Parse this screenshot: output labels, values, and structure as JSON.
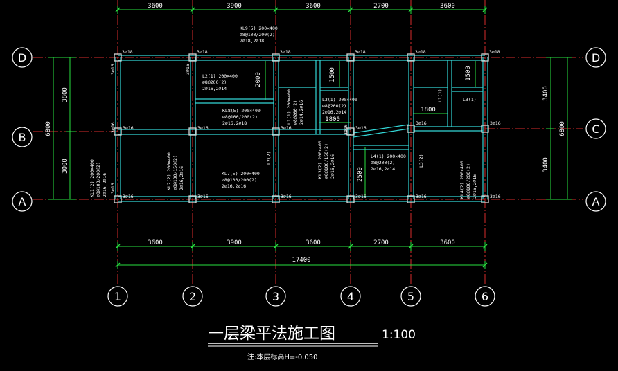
{
  "colors": {
    "background": "#000000",
    "axis_line": "#d92b2b",
    "dimension": "#28e040",
    "beam": "#33d6d6",
    "label": "#ffffff",
    "column": "#d8d8d8"
  },
  "spacings_x": [
    "3600",
    "3900",
    "3600",
    "2700",
    "3600"
  ],
  "total_x": "17400",
  "axes_x": [
    "1",
    "2",
    "3",
    "4",
    "5",
    "6"
  ],
  "axes_y_left": [
    "D",
    "B",
    "A"
  ],
  "axes_y_right": [
    "D",
    "C",
    "A"
  ],
  "left_dims": {
    "overall": "6800",
    "upper": "3800",
    "lower": "3000"
  },
  "right_dims": {
    "overall": "6800",
    "upper": "3400",
    "lower": "3400"
  },
  "title": "一层梁平法施工图",
  "scale": "1:100",
  "note": "注:本层标高H=-0.050",
  "column_tags": [
    "3⌀18",
    "3⌀16"
  ],
  "beam_notes": {
    "kl9": [
      "KL9(5) 200×400",
      "⌀8@100/200(2)",
      "2⌀18,2⌀18"
    ],
    "l2": [
      "L2(1) 200×400",
      "⌀8@200(2)",
      "2⌀16,2⌀14"
    ],
    "kl8": [
      "KL8(5) 200×400",
      "⌀8@100/200(2)",
      "2⌀16,2⌀18"
    ],
    "l1": [
      "L1(1) 200×400",
      "⌀8@200(2)",
      "2⌀14,2⌀16"
    ],
    "l3": [
      "L3(1) 200×400",
      "⌀8@200(2)",
      "2⌀16,2⌀14"
    ],
    "kl1": [
      "KL1(2) 200×400",
      "⌀8@100/200(2)",
      "2⌀16,2⌀16"
    ],
    "kl2": [
      "KL2(2) 200×400",
      "⌀8@100/150(2)",
      "2⌀16,2⌀16"
    ],
    "kl7": [
      "KL7(5) 200×400",
      "⌀8@100/200(2)",
      "2⌀16,2⌀16"
    ],
    "kl3": [
      "KL3(2) 200×400",
      "⌀8@100/150(2)",
      "2⌀16,2⌀16"
    ],
    "l4": [
      "L4(1) 200×400",
      "⌀8@200(2)",
      "2⌀16,2⌀14"
    ],
    "kl4": [
      "KL4(2) 200×400",
      "⌀8@100/200(2)",
      "2⌀16,2⌀16"
    ]
  },
  "short_labels": {
    "l1_5": "L1(1)",
    "l3_right": "L3(1)",
    "l3_5": "L3(2)",
    "l2_2": "L2(2)"
  },
  "interior_dims": {
    "d2000": "2000",
    "d1500a": "1500",
    "d1800a": "1800",
    "d1800b": "1800",
    "d1500b": "1500",
    "d2500": "2500"
  }
}
